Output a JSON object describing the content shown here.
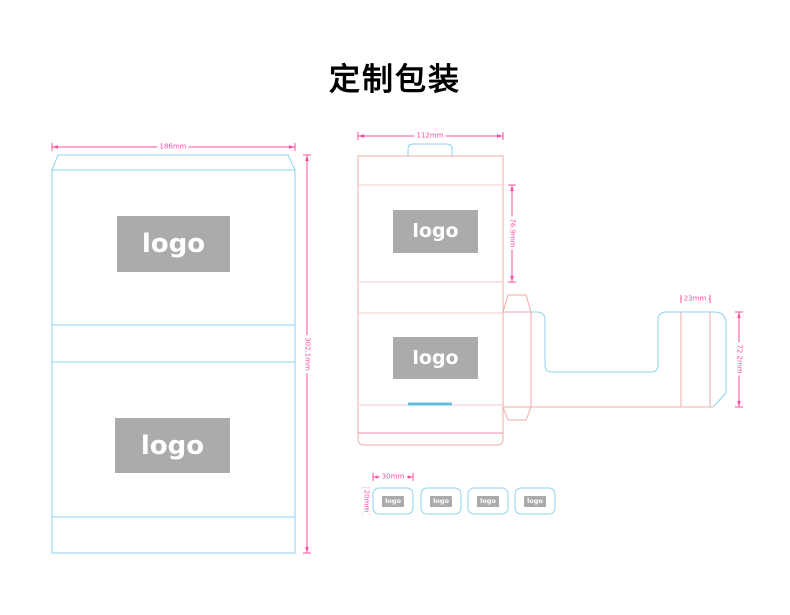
{
  "title": "定制包装",
  "logo_label": "logo",
  "colors": {
    "cut_blue": "#8FD2EC",
    "slot_blue": "#64BEE0",
    "fold_pink_light": "#F7C9C9",
    "fold_pink_mid": "#F2ABAB",
    "fold_pink_strong": "#EE8FA5",
    "dim_pink": "#FF4FA0",
    "logo_gray": "#ABABAB",
    "logo_text_color": "#FFFFFF"
  },
  "dimensions": {
    "left_width": "186mm",
    "left_height": "302.1mm",
    "middle_width": "112mm",
    "middle_panel_height": "76.9mm",
    "wing_flap_width": "23mm",
    "wing_height": "72.2mm",
    "small_box_width": "30mm",
    "small_box_height": "20mm"
  }
}
